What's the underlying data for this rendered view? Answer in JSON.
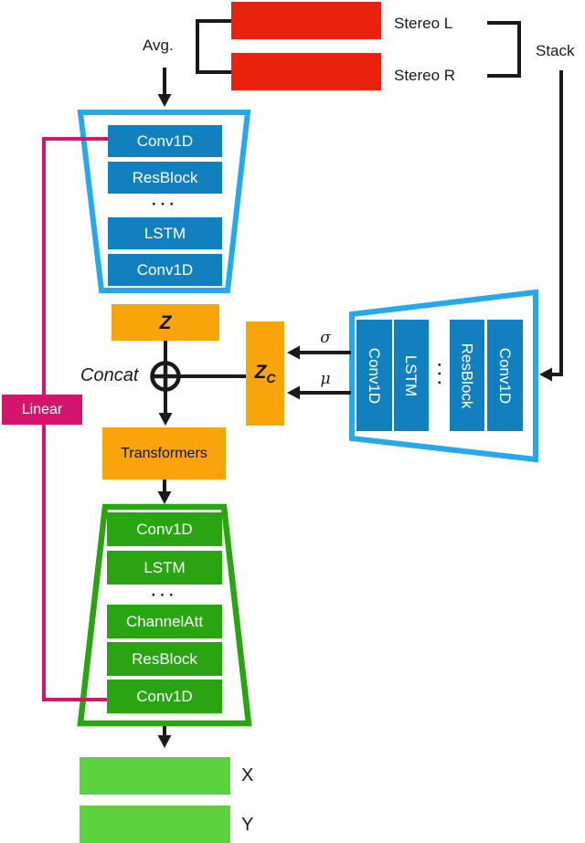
{
  "colors": {
    "input_red": "#e8220d",
    "encoder_blue": "#1380be",
    "encoder_outline_blue": "#25a9ea",
    "latent_orange": "#f9a40a",
    "skip_pink": "#d4156e",
    "decoder_green": "#29a512",
    "output_light_green": "#5cd23e",
    "line_black": "#1a1a1a"
  },
  "inputs": {
    "stereo_l_label": "Stereo L",
    "stereo_r_label": "Stereo R",
    "avg_label": "Avg.",
    "stack_label": "Stack"
  },
  "encoder_main": {
    "blocks": [
      "Conv1D",
      "ResBlock",
      "···",
      "LSTM",
      "Conv1D"
    ]
  },
  "encoder_condition": {
    "blocks": [
      "Conv1D",
      "LSTM",
      "···",
      "ResBlock",
      "Conv1D"
    ]
  },
  "latent": {
    "z_label": "Z",
    "zc_base": "Z",
    "zc_sub": "C",
    "concat_label": "Concat",
    "sigma_label": "σ",
    "mu_label": "μ"
  },
  "linear_label": "Linear",
  "transformers_label": "Transformers",
  "decoder": {
    "blocks": [
      "Conv1D",
      "LSTM",
      "···",
      "ChannelAtt",
      "ResBlock",
      "Conv1D"
    ]
  },
  "outputs": {
    "x_label": "X",
    "y_label": "Y"
  }
}
